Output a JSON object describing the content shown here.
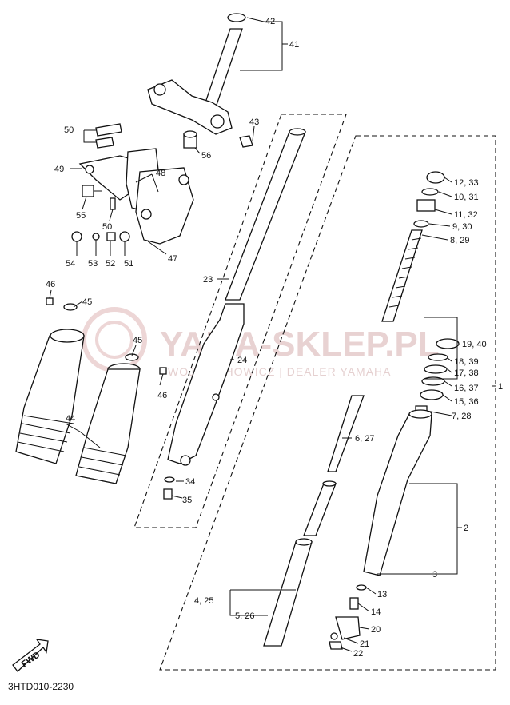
{
  "diagram_code": "3HTD010-2230",
  "fwd_label": "FWD",
  "watermark": {
    "title": "YAMA-SKLEP.PL",
    "subtitle": "WOJCIECHOWICZ | DEALER YAMAHA"
  },
  "callouts": [
    {
      "id": "c42",
      "text": "42"
    },
    {
      "id": "c41",
      "text": "41"
    },
    {
      "id": "c43",
      "text": "43"
    },
    {
      "id": "c56",
      "text": "56"
    },
    {
      "id": "c50a",
      "text": "50"
    },
    {
      "id": "c49",
      "text": "49"
    },
    {
      "id": "c48",
      "text": "48"
    },
    {
      "id": "c55",
      "text": "55"
    },
    {
      "id": "c50b",
      "text": "50"
    },
    {
      "id": "c54",
      "text": "54"
    },
    {
      "id": "c53",
      "text": "53"
    },
    {
      "id": "c52",
      "text": "52"
    },
    {
      "id": "c51",
      "text": "51"
    },
    {
      "id": "c47",
      "text": "47"
    },
    {
      "id": "c23",
      "text": "23"
    },
    {
      "id": "c46a",
      "text": "46"
    },
    {
      "id": "c45a",
      "text": "45"
    },
    {
      "id": "c45b",
      "text": "45"
    },
    {
      "id": "c46b",
      "text": "46"
    },
    {
      "id": "c24",
      "text": "24"
    },
    {
      "id": "c44",
      "text": "44"
    },
    {
      "id": "c34",
      "text": "34"
    },
    {
      "id": "c35",
      "text": "35"
    },
    {
      "id": "c1",
      "text": "1"
    },
    {
      "id": "c12",
      "text": "12, 33"
    },
    {
      "id": "c10",
      "text": "10, 31"
    },
    {
      "id": "c11",
      "text": "11, 32"
    },
    {
      "id": "c9",
      "text": "9, 30"
    },
    {
      "id": "c8",
      "text": "8, 29"
    },
    {
      "id": "c19",
      "text": "19, 40"
    },
    {
      "id": "c18",
      "text": "18, 39"
    },
    {
      "id": "c17",
      "text": "17, 38"
    },
    {
      "id": "c16",
      "text": "16, 37"
    },
    {
      "id": "c15",
      "text": "15, 36"
    },
    {
      "id": "c7",
      "text": "7, 28"
    },
    {
      "id": "c6",
      "text": "6, 27"
    },
    {
      "id": "c2",
      "text": "2"
    },
    {
      "id": "c3",
      "text": "3"
    },
    {
      "id": "c4",
      "text": "4, 25"
    },
    {
      "id": "c5",
      "text": "5, 26"
    },
    {
      "id": "c13",
      "text": "13"
    },
    {
      "id": "c14",
      "text": "14"
    },
    {
      "id": "c20",
      "text": "20"
    },
    {
      "id": "c21",
      "text": "21"
    },
    {
      "id": "c22",
      "text": "22"
    }
  ]
}
